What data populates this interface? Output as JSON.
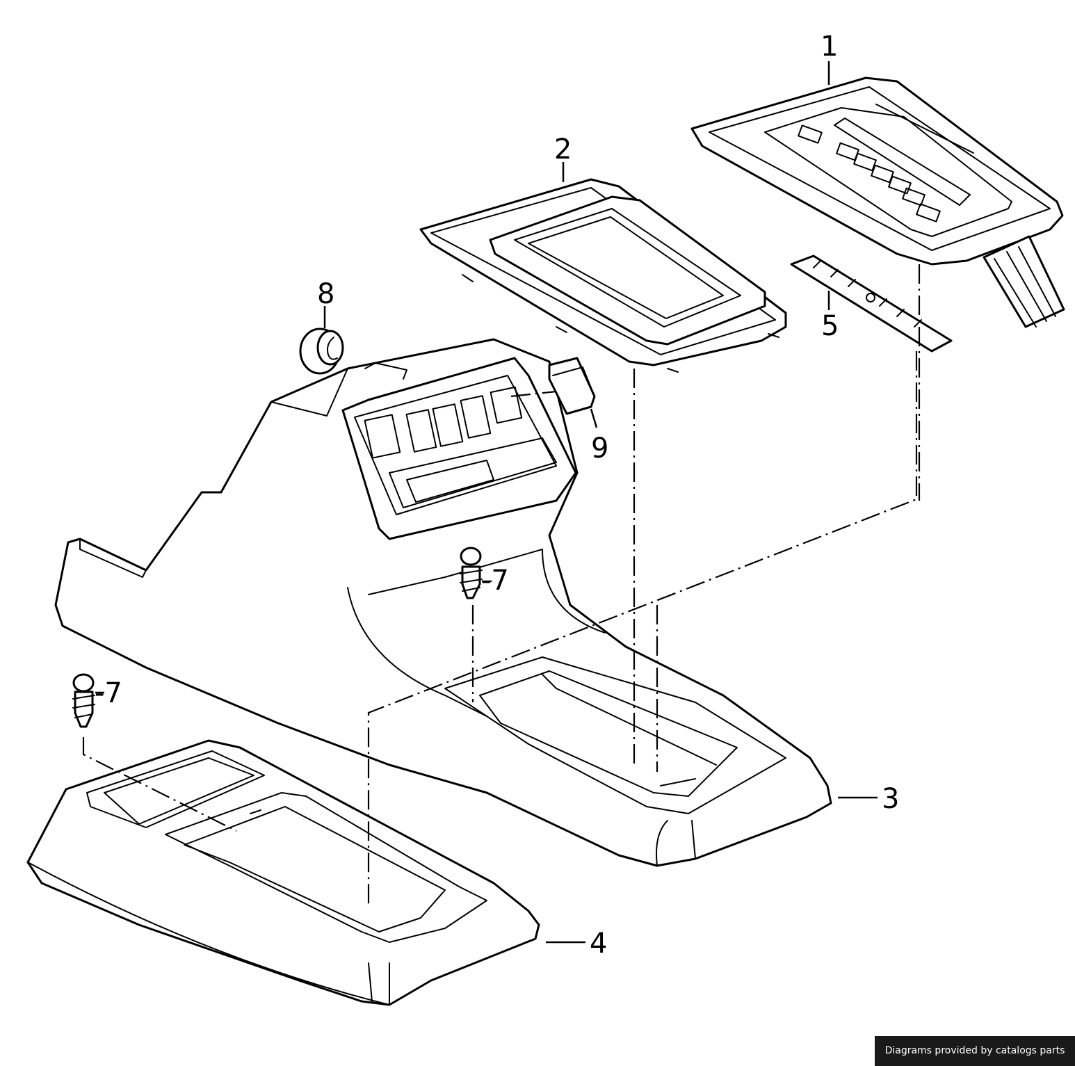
{
  "labels": {
    "part1": "1",
    "part2": "2",
    "part3": "3",
    "part4": "4",
    "part5": "5",
    "part7a": "-7",
    "part7b": "-7",
    "part8": "8",
    "part9": "9"
  },
  "footer": {
    "credit": "Diagrams provided by catalogs parts"
  }
}
